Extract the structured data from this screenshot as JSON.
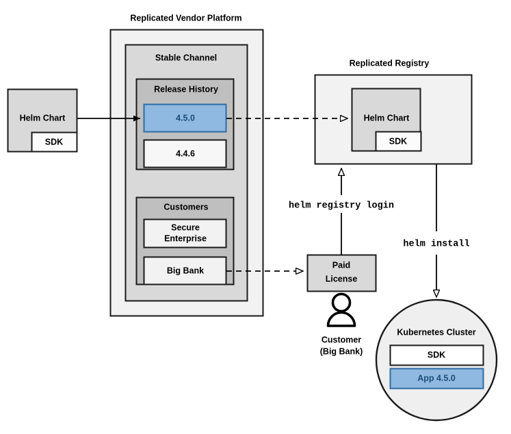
{
  "diagram": {
    "title_vendor_platform": "Replicated Vendor Platform",
    "title_registry": "Replicated Registry",
    "groups": {
      "stable_channel": "Stable Channel",
      "release_history": "Release History",
      "customers": "Customers"
    },
    "nodes": {
      "helm_chart_source": "Helm Chart",
      "helm_chart_source_sdk": "SDK",
      "release_current": "4.5.0",
      "release_previous": "4.4.6",
      "customer_secure_enterprise_line1": "Secure",
      "customer_secure_enterprise_line2": "Enterprise",
      "customer_big_bank": "Big Bank",
      "registry_helm_chart": "Helm Chart",
      "registry_helm_chart_sdk": "SDK",
      "paid_license_line1": "Paid",
      "paid_license_line2": "License",
      "customer_person_line1": "Customer",
      "customer_person_line2": "(Big Bank)",
      "kubernetes_cluster": "Kubernetes Cluster",
      "cluster_sdk": "SDK",
      "cluster_app": "App 4.5.0"
    },
    "edges": {
      "helm_registry_login": "helm registry login",
      "helm_install": "helm install"
    },
    "colors": {
      "accent_blue_fill": "#8FB9E0",
      "accent_blue_stroke": "#2E6CA4",
      "accent_blue_text": "#1B4E79",
      "outer_box_fill": "#F2F2F2",
      "mid_box_fill": "#D9D9D9",
      "inner_box_fill": "#BFBFBF",
      "leaf_box_fill": "#F2F2F2",
      "white_fill": "#FFFFFF",
      "stroke": "#1A1A1A"
    }
  }
}
